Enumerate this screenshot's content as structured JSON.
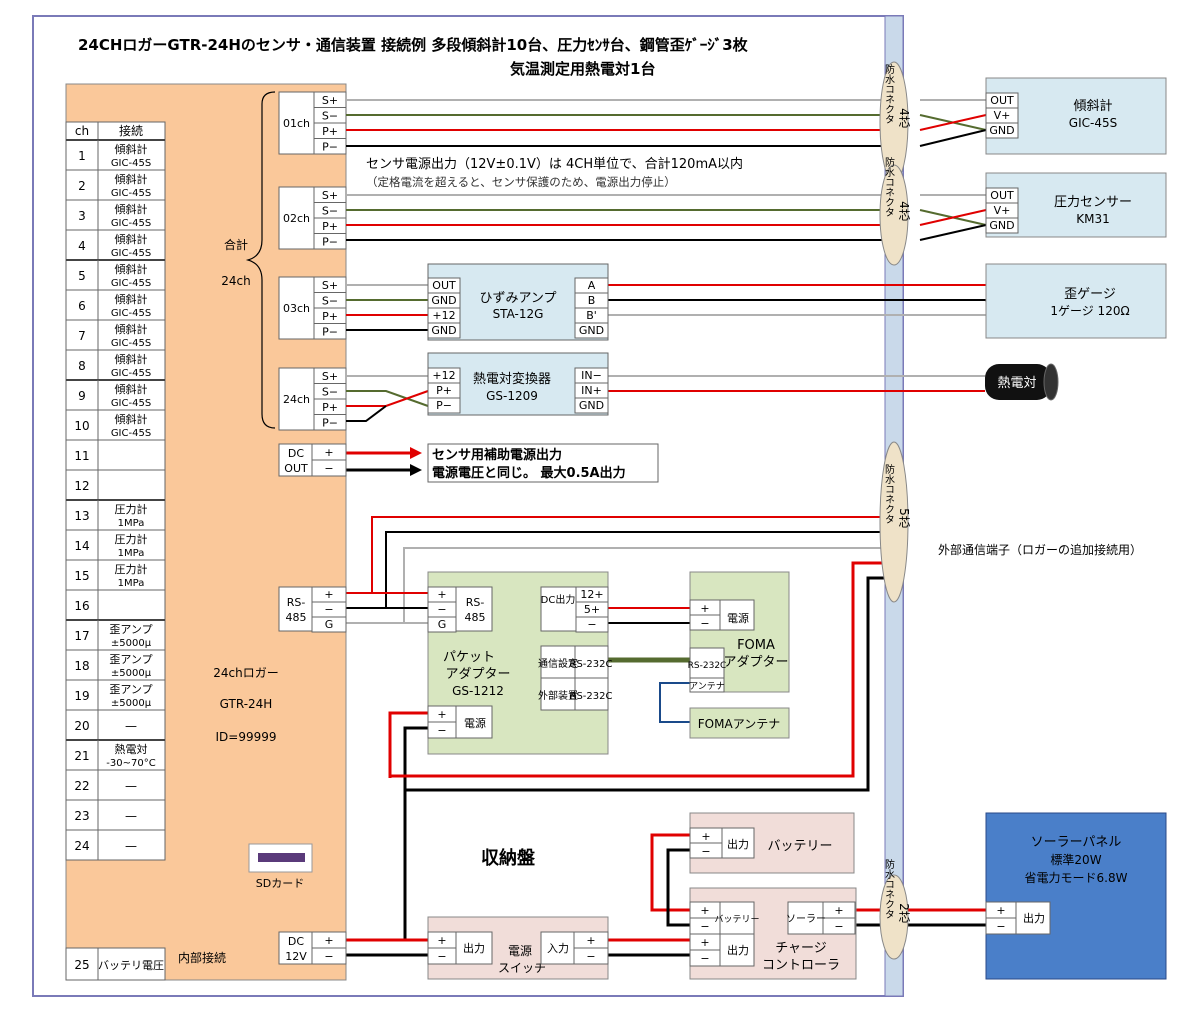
{
  "title": {
    "line1": "24CHロガーGTR-24Hのセンサ・通信装置 接続例 多段傾斜計10台、圧力ｾﾝｻ台、鋼管歪ｹﾞｰｼﾞ3枚",
    "line2": "気温測定用熱電対1台"
  },
  "logger_table": {
    "header_ch": "ch",
    "header_conn": "接続",
    "rows": [
      {
        "ch": "1",
        "l1": "傾斜計",
        "l2": "GIC-45S"
      },
      {
        "ch": "2",
        "l1": "傾斜計",
        "l2": "GIC-45S"
      },
      {
        "ch": "3",
        "l1": "傾斜計",
        "l2": "GIC-45S"
      },
      {
        "ch": "4",
        "l1": "傾斜計",
        "l2": "GIC-45S"
      },
      {
        "ch": "5",
        "l1": "傾斜計",
        "l2": "GIC-45S"
      },
      {
        "ch": "6",
        "l1": "傾斜計",
        "l2": "GIC-45S"
      },
      {
        "ch": "7",
        "l1": "傾斜計",
        "l2": "GIC-45S"
      },
      {
        "ch": "8",
        "l1": "傾斜計",
        "l2": "GIC-45S"
      },
      {
        "ch": "9",
        "l1": "傾斜計",
        "l2": "GIC-45S"
      },
      {
        "ch": "10",
        "l1": "傾斜計",
        "l2": "GIC-45S"
      },
      {
        "ch": "11",
        "l1": "",
        "l2": ""
      },
      {
        "ch": "12",
        "l1": "",
        "l2": ""
      },
      {
        "ch": "13",
        "l1": "圧力計",
        "l2": "1MPa"
      },
      {
        "ch": "14",
        "l1": "圧力計",
        "l2": "1MPa"
      },
      {
        "ch": "15",
        "l1": "圧力計",
        "l2": "1MPa"
      },
      {
        "ch": "16",
        "l1": "",
        "l2": ""
      },
      {
        "ch": "17",
        "l1": "歪アンプ",
        "l2": "±5000μ"
      },
      {
        "ch": "18",
        "l1": "歪アンプ",
        "l2": "±5000μ"
      },
      {
        "ch": "19",
        "l1": "歪アンプ",
        "l2": "±5000μ"
      },
      {
        "ch": "20",
        "l1": "—",
        "l2": ""
      },
      {
        "ch": "21",
        "l1": "熱電対",
        "l2": "-30~70°C"
      },
      {
        "ch": "22",
        "l1": "—",
        "l2": ""
      },
      {
        "ch": "23",
        "l1": "—",
        "l2": ""
      },
      {
        "ch": "24",
        "l1": "—",
        "l2": ""
      }
    ],
    "row25": {
      "ch": "25",
      "label": "バッテリ電圧"
    },
    "internal": "内部接続"
  },
  "logger": {
    "name": "24chロガー",
    "model": "GTR-24H",
    "id": "ID=99999",
    "sdcard": "SDカード"
  },
  "bracket": {
    "total": "合計",
    "count": "24ch"
  },
  "channels": [
    {
      "name": "01ch",
      "pins": [
        "S+",
        "S−",
        "P+",
        "P−"
      ]
    },
    {
      "name": "02ch",
      "pins": [
        "S+",
        "S−",
        "P+",
        "P−"
      ]
    },
    {
      "name": "03ch",
      "pins": [
        "S+",
        "S−",
        "P+",
        "P−"
      ]
    },
    {
      "name": "24ch",
      "pins": [
        "S+",
        "S−",
        "P+",
        "P−"
      ]
    }
  ],
  "dcout": {
    "l1": "DC",
    "l2": "OUT",
    "plus": "+",
    "minus": "−"
  },
  "aux_power": {
    "line1": "センサ用補助電源出力",
    "line2": "電源電圧と同じ。 最大0.5A出力"
  },
  "sensor_power_note": {
    "line1": "センサ電源出力（12V±0.1V）は 4CH単位で、合計120mA以内",
    "line2": "（定格電流を超えると、センサ保護のため、電源出力停止）"
  },
  "rs485": {
    "l1": "RS-",
    "l2": "485",
    "pins": [
      "+",
      "−",
      "G"
    ]
  },
  "dc12v": {
    "l1": "DC",
    "l2": "12V",
    "plus": "+",
    "minus": "−"
  },
  "strain_amp": {
    "name": "ひずみアンプ",
    "model": "STA-12G",
    "left": [
      "OUT",
      "GND",
      "+12",
      "GND"
    ],
    "right": [
      "A",
      "B",
      "B'",
      "GND"
    ]
  },
  "tc_conv": {
    "name": "熱電対変換器",
    "model": "GS-1209",
    "left": [
      "+12",
      "P+",
      "P−"
    ],
    "right": [
      "IN−",
      "IN+",
      "GND"
    ]
  },
  "inclinometer": {
    "pins": [
      "OUT",
      "V+",
      "GND"
    ],
    "name": "傾斜計",
    "model": "GIC-45S"
  },
  "pressure": {
    "pins": [
      "OUT",
      "V+",
      "GND"
    ],
    "name": "圧力センサー",
    "model": "KM31"
  },
  "strain_gauge": {
    "name": "歪ゲージ",
    "spec": "1ゲージ 120Ω"
  },
  "thermocouple": {
    "name": "熱電対"
  },
  "connectors": [
    {
      "label": "防水コネクタ",
      "cores": "4芯"
    },
    {
      "label": "防水コネクタ",
      "cores": "4芯"
    },
    {
      "label": "防水コネクタ",
      "cores": "5芯"
    },
    {
      "label": "防水コネクタ",
      "cores": "2芯"
    }
  ],
  "ext_comm": "外部通信端子（ロガーの追加接続用）",
  "packet": {
    "name1": "パケット",
    "name2": "アダプター",
    "model": "GS-1212",
    "rs_l1": "RS-",
    "rs_l2": "485",
    "rs_pins": [
      "+",
      "−",
      "G"
    ],
    "dc_label": "DC出力",
    "dc_pins": [
      "12+",
      "5+",
      "−"
    ],
    "comm_label": "通信設定",
    "comm_port": "RS-232C",
    "ext_label": "外部装置",
    "ext_port": "RS-232C",
    "pwr_pins": [
      "+",
      "−"
    ],
    "pwr_label": "電源"
  },
  "foma": {
    "name1": "FOMA",
    "name2": "アダプター",
    "pwr_pins": [
      "+",
      "−"
    ],
    "pwr_label": "電源",
    "port": "RS-232C",
    "ant": "アンテナ"
  },
  "foma_antenna": {
    "name": "FOMAアンテナ"
  },
  "cabinet": {
    "label": "収納盤"
  },
  "battery": {
    "pins": [
      "+",
      "−"
    ],
    "out": "出力",
    "name": "バッテリー"
  },
  "switch": {
    "pins": [
      "+",
      "−"
    ],
    "out": "出力",
    "name1": "電源",
    "name2": "スイッチ",
    "in_label": "入力",
    "in_pins": [
      "+",
      "−"
    ]
  },
  "charger": {
    "bat_pins": [
      "+",
      "−"
    ],
    "bat_label": "バッテリー",
    "out_pins": [
      "+",
      "−"
    ],
    "out_label": "出力",
    "solar_label": "ソーラー",
    "solar_pins": [
      "+",
      "−"
    ],
    "name1": "チャージ",
    "name2": "コントローラ"
  },
  "solar": {
    "name": "ソーラーパネル",
    "std": "標準20W",
    "eco": "省電力モード6.8W",
    "pins": [
      "+",
      "−"
    ],
    "out": "出力"
  }
}
